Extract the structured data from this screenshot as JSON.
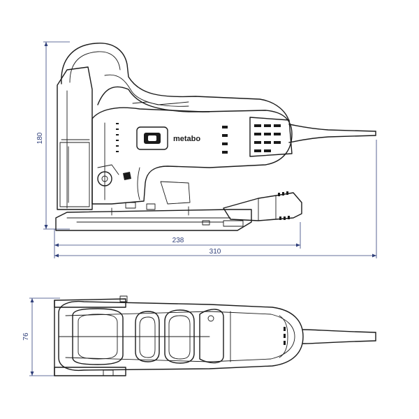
{
  "drawing": {
    "colors": {
      "dimension": "#2f3f7a",
      "outline": "#1a1a1a",
      "background": "#ffffff"
    },
    "side_view": {
      "brand_logo": "metabo",
      "dimensions": {
        "height_label": "180",
        "base_length_label": "238",
        "overall_length_label": "310"
      }
    },
    "top_view": {
      "dimensions": {
        "width_label": "76"
      }
    }
  }
}
